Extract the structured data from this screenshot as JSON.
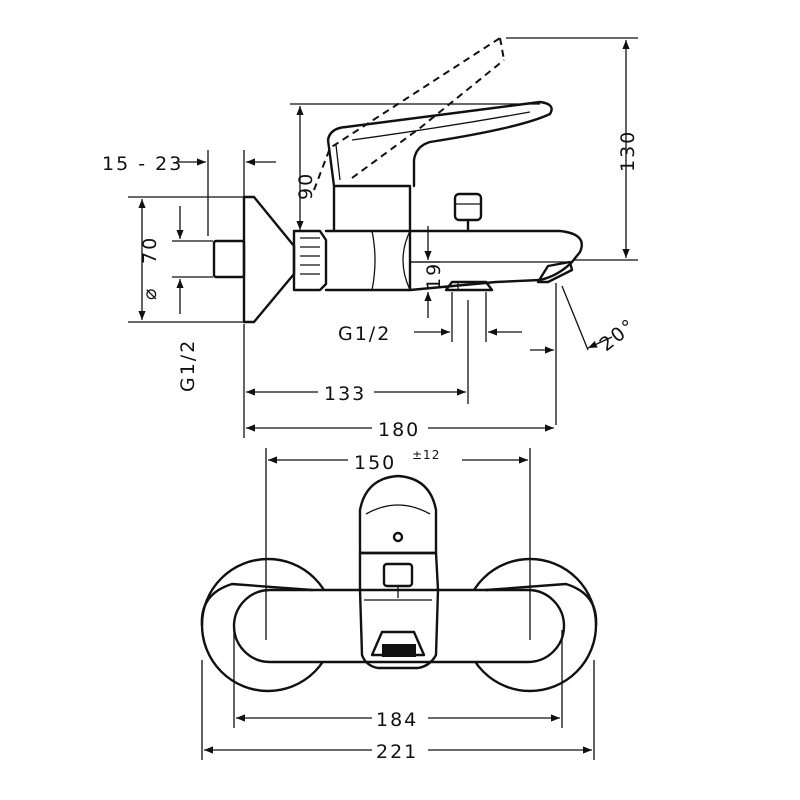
{
  "side_view": {
    "dim_15_23": "15 - 23",
    "dim_90": "90",
    "dim_130": "130",
    "dim_70": "70",
    "diameter_symbol": "⌀",
    "dim_19": "19",
    "thread_left": "G1/2",
    "thread_outlet": "G1/2",
    "dim_20_deg": "20°",
    "dim_133": "133",
    "dim_180": "180"
  },
  "front_view": {
    "dim_150": "150",
    "dim_150_tol": "±12",
    "dim_184": "184",
    "dim_221": "221"
  }
}
